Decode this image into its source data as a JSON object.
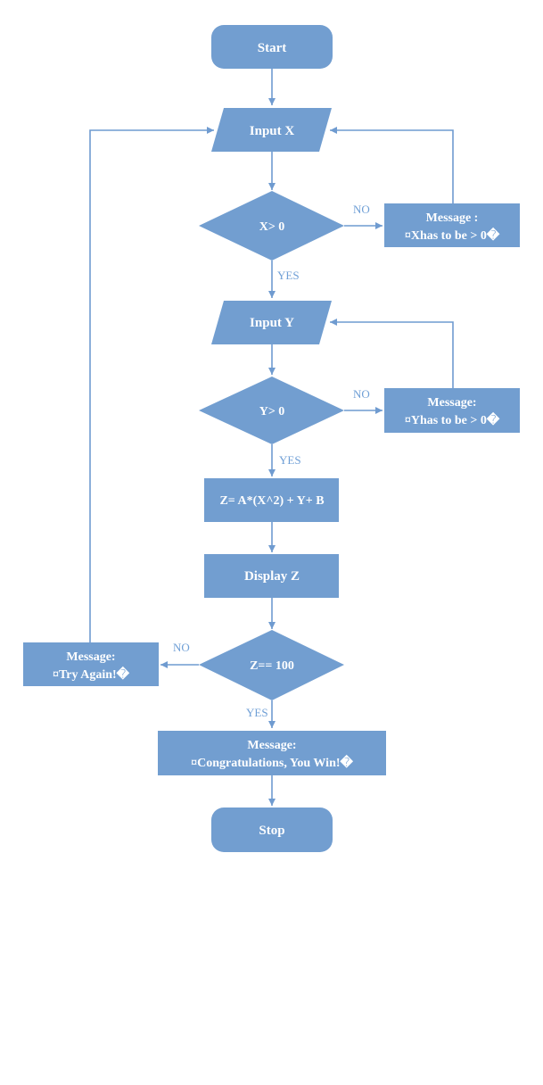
{
  "nodes": {
    "start": "Start",
    "input_x": "Input X",
    "cond_x": "X> 0",
    "msg_x": [
      "Message :",
      "¤Xhas to be > 0�"
    ],
    "input_y": "Input Y",
    "cond_y": "Y> 0",
    "msg_y": [
      "Message:",
      "¤Yhas to be > 0�"
    ],
    "compute": "Z= A*(X^2) + Y+ B",
    "display": "Display Z",
    "cond_z": "Z== 100",
    "msg_again": [
      "Message:",
      "¤Try Again!�"
    ],
    "msg_win": [
      "Message:",
      "¤Congratulations, You Win!�"
    ],
    "stop": "Stop"
  },
  "edge_labels": {
    "x_no": "NO",
    "x_yes": "YES",
    "y_no": "NO",
    "y_yes": "YES",
    "z_no": "NO",
    "z_yes": "YES"
  },
  "colors": {
    "node_fill": "#729ed0",
    "connector": "#6f9bd0",
    "node_text": "#ffffff",
    "edge_label": "#6f9fd6"
  }
}
